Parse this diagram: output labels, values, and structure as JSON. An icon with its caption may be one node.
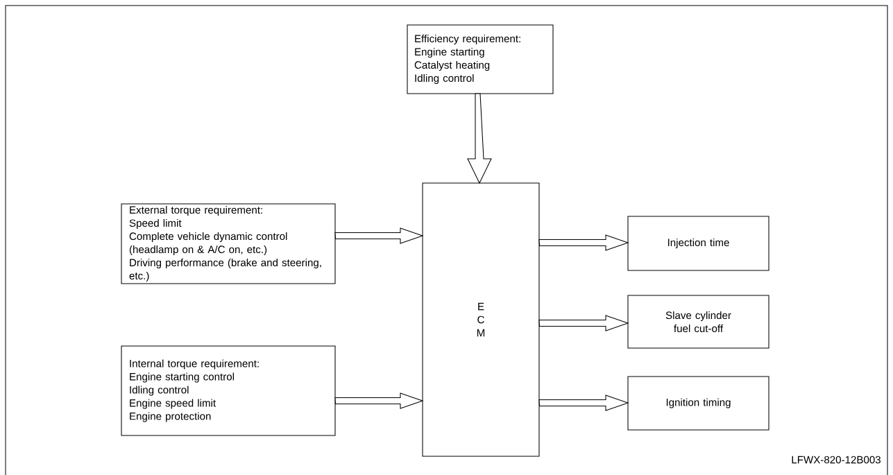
{
  "diagram": {
    "nodes": [
      {
        "text": [
          "Efficiency requirement:",
          "Engine starting",
          "Catalyst heating",
          "Idling control"
        ]
      },
      {
        "text": [
          "External torque requirement:",
          "Speed limit",
          "Complete vehicle dynamic control (headlamp on & A/C on, etc.)",
          "Driving performance (brake and steering, etc.)"
        ]
      },
      {
        "text": [
          "Internal torque requirement:",
          "Engine starting control",
          "Idling control",
          "Engine speed limit",
          "Engine protection"
        ]
      },
      {
        "text": [
          "E",
          "C",
          "M"
        ]
      },
      {
        "text": [
          "Injection time"
        ]
      },
      {
        "text": [
          "Slave cylinder fuel cut-off"
        ]
      },
      {
        "text": [
          "Ignition timing"
        ]
      }
    ],
    "edges": [
      {
        "from": 0,
        "to": 3,
        "arrow": "to"
      },
      {
        "from": 1,
        "to": 3,
        "arrow": "to"
      },
      {
        "from": 2,
        "to": 3,
        "arrow": "to"
      },
      {
        "from": 3,
        "to": 4,
        "arrow": "to"
      },
      {
        "from": 3,
        "to": 5,
        "arrow": "to"
      },
      {
        "from": 3,
        "to": 6,
        "arrow": "to"
      }
    ],
    "labels": [
      "LFWX-820-12B003"
    ]
  }
}
